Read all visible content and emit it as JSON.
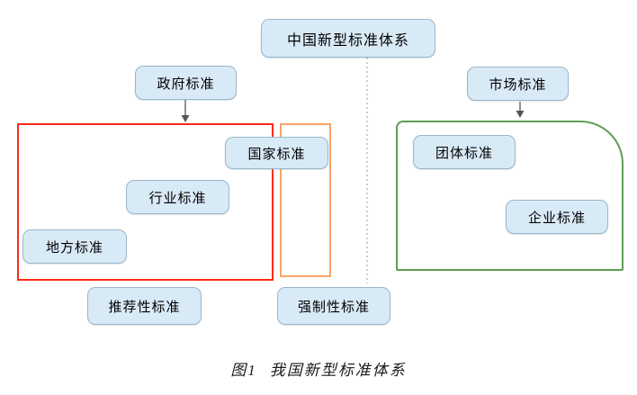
{
  "diagram": {
    "root": "中国新型标准体系",
    "government": "政府标准",
    "market": "市场标准",
    "national": "国家标准",
    "industry": "行业标准",
    "local": "地方标准",
    "group": "团体标准",
    "enterprise": "企业标准",
    "recommended": "推荐性标准",
    "mandatory": "强制性标准"
  },
  "caption": {
    "figure_label": "图1",
    "figure_title": "我国新型标准体系"
  },
  "colors": {
    "node_fill": "#d9eaf7",
    "node_border": "#9ab6cb",
    "government_frame_red": "#ff2a1a",
    "mandatory_frame_orange": "#f9a366",
    "market_frame_green": "#5f9c55",
    "dotted_connector": "#b3b3b3",
    "arrow": "#555555"
  }
}
